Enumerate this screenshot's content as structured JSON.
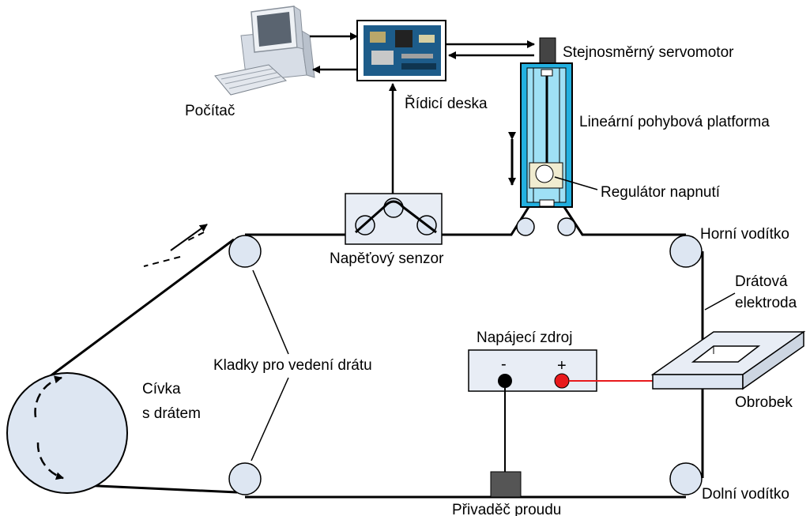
{
  "labels": {
    "computer": "Počítač",
    "control_board": "Řídicí deska",
    "dc_servomotor": "Stejnosměrný servomotor",
    "linear_platform": "Lineární pohybová platforma",
    "tension_regulator": "Regulátor napnutí",
    "upper_guide": "Horní vodítko",
    "tension_sensor": "Napěťový senzor",
    "wire_electrode_line1": "Drátová",
    "wire_electrode_line2": "elektroda",
    "power_supply": "Napájecí zdroj",
    "terminal_minus": "-",
    "terminal_plus": "+",
    "guide_pulleys": "Kladky pro vedení drátu",
    "spool_line1": "Cívka",
    "spool_line2": "s drátem",
    "workpiece": "Obrobek",
    "lower_guide": "Dolní vodítko",
    "current_feeder": "Přivaděč proudu"
  },
  "colors": {
    "pulley_fill": "#dde6f2",
    "platform_blue": "#22b0e0",
    "panel_fill": "#e8edf5",
    "positive_red": "#e8191c"
  }
}
